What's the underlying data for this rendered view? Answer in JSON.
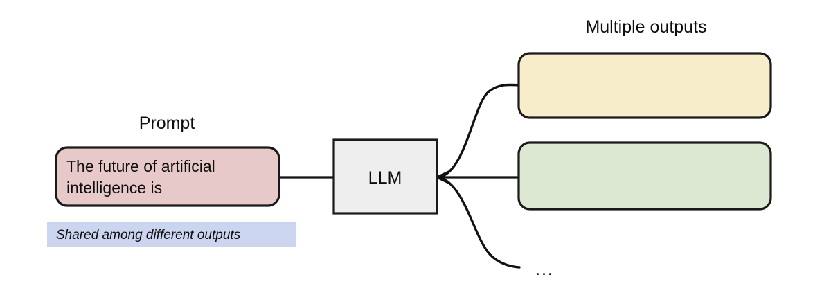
{
  "diagram": {
    "title_right": "Multiple outputs",
    "prompt_label": "Prompt",
    "prompt_box": {
      "line1": "The future of artificial",
      "line2": "intelligence is",
      "fill": "#e7c9c9"
    },
    "shared_band": {
      "text": "Shared among different outputs",
      "fill": "#ccd5f0"
    },
    "model_box": {
      "label": "LLM",
      "fill": "#eeeeee"
    },
    "outputs": [
      {
        "name": "output-1",
        "text": "",
        "fill": "#f8edcb"
      },
      {
        "name": "output-2",
        "text": "",
        "fill": "#dce8d2"
      }
    ],
    "more_outputs_indicator": "...",
    "stroke_color": "#111111",
    "background": "#ffffff"
  }
}
